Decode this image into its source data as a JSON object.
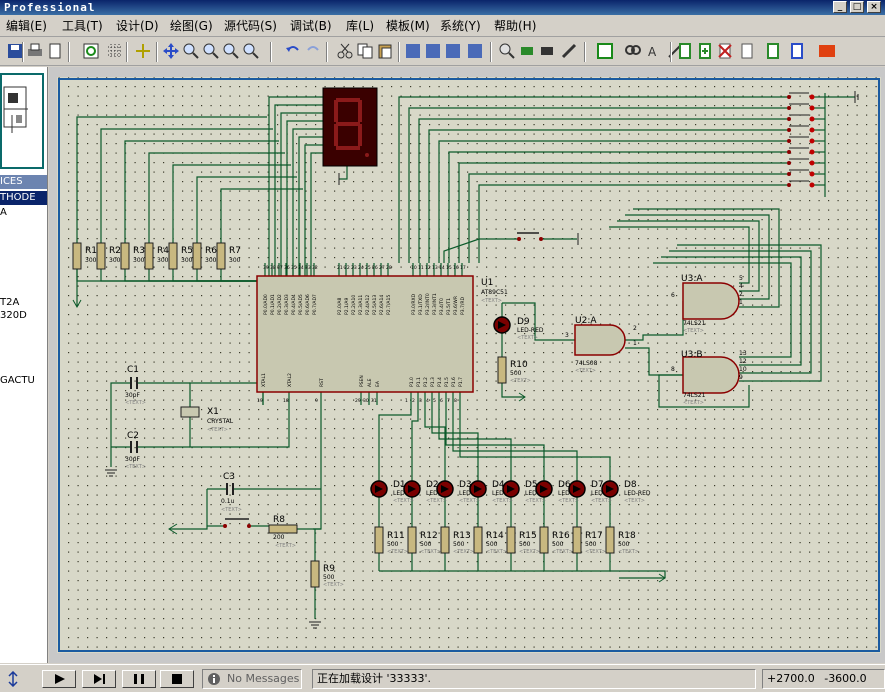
{
  "window": {
    "title": "Professional"
  },
  "menu": [
    {
      "label": "编辑(E)"
    },
    {
      "label": "工具(T)"
    },
    {
      "label": "设计(D)"
    },
    {
      "label": "绘图(G)"
    },
    {
      "label": "源代码(S)"
    },
    {
      "label": "调试(B)"
    },
    {
      "label": "库(L)"
    },
    {
      "label": "模板(M)"
    },
    {
      "label": "系统(Y)"
    },
    {
      "label": "帮助(H)"
    }
  ],
  "sidebar": {
    "header": "ICES",
    "selected": "THODE",
    "items": [
      "A",
      "T2A",
      "320D",
      "GACTU"
    ]
  },
  "schematic": {
    "resistors_top": [
      {
        "ref": "R1",
        "val": "300"
      },
      {
        "ref": "R2",
        "val": "300"
      },
      {
        "ref": "R3",
        "val": "300"
      },
      {
        "ref": "R4",
        "val": "300"
      },
      {
        "ref": "R5",
        "val": "300"
      },
      {
        "ref": "R6",
        "val": "300"
      },
      {
        "ref": "R7",
        "val": "300"
      }
    ],
    "mcu": {
      "ref": "U1",
      "part": "AT89C51",
      "text": "<TEXT>",
      "pins_p0": [
        "P0.0/AD0",
        "P0.1/AD1",
        "P0.2/AD2",
        "P0.3/AD3",
        "P0.4/AD4",
        "P0.5/AD5",
        "P0.6/AD6",
        "P0.7/AD7"
      ],
      "pins_p2": [
        "P2.0/A8",
        "P2.1/A9",
        "P2.2/A10",
        "P2.3/A11",
        "P2.4/A12",
        "P2.5/A13",
        "P2.6/A14",
        "P2.7/A15"
      ],
      "pins_p3": [
        "P3.0/RXD",
        "P3.1/TXD",
        "P3.2/INT0",
        "P3.3/INT1",
        "P3.4/T0",
        "P3.5/T1",
        "P3.6/WR",
        "P3.7/RD"
      ],
      "pins_p1": [
        "P1.0",
        "P1.1",
        "P1.2",
        "P1.3",
        "P1.4",
        "P1.5",
        "P1.6",
        "P1.7"
      ],
      "pins_misc": [
        "XTAL1",
        "XTAL2",
        "RST",
        "PSEN",
        "ALE",
        "EA"
      ],
      "pin_nums_top": [
        "39",
        "38",
        "37",
        "36",
        "35",
        "34",
        "33",
        "32",
        "21",
        "22",
        "23",
        "24",
        "25",
        "26",
        "27",
        "28",
        "10",
        "11",
        "12",
        "13",
        "14",
        "15",
        "16",
        "17"
      ],
      "pin_nums_bottom": [
        "19",
        "18",
        "9",
        "29",
        "30",
        "31",
        "1",
        "2",
        "3",
        "4",
        "5",
        "6",
        "7",
        "8"
      ]
    },
    "caps": [
      {
        "ref": "C1",
        "val": "30pF",
        "text": "<TEXT>"
      },
      {
        "ref": "C2",
        "val": "30pF",
        "text": "<TEXT>"
      },
      {
        "ref": "C3",
        "val": "0.1u",
        "text": "<TEXT>"
      }
    ],
    "crystal": {
      "ref": "X1",
      "val": "CRYSTAL",
      "text": "<TEXT>"
    },
    "r8": {
      "ref": "R8",
      "val": "200",
      "text": "<TEXT>"
    },
    "r9": {
      "ref": "R9",
      "val": "500",
      "text": "<TEXT>"
    },
    "r10": {
      "ref": "R10",
      "val": "500",
      "text": "<TEXT>"
    },
    "d9": {
      "ref": "D9",
      "val": "LED-RED",
      "text": "<TEXT>"
    },
    "leds": [
      {
        "ref": "D1",
        "val": "LED-RED"
      },
      {
        "ref": "D2",
        "val": "LED-RED"
      },
      {
        "ref": "D3",
        "val": "LED-RED"
      },
      {
        "ref": "D4",
        "val": "LED-RED"
      },
      {
        "ref": "D5",
        "val": "LED-RED"
      },
      {
        "ref": "D6",
        "val": "LED-RED"
      },
      {
        "ref": "D7",
        "val": "LED-RED"
      },
      {
        "ref": "D8",
        "val": "LED-RED"
      }
    ],
    "resistors_bottom": [
      {
        "ref": "R11",
        "val": "500"
      },
      {
        "ref": "R12",
        "val": "500"
      },
      {
        "ref": "R13",
        "val": "500"
      },
      {
        "ref": "R14",
        "val": "500"
      },
      {
        "ref": "R15",
        "val": "500"
      },
      {
        "ref": "R16",
        "val": "500"
      },
      {
        "ref": "R17",
        "val": "500"
      },
      {
        "ref": "R18",
        "val": "500"
      }
    ],
    "gates": [
      {
        "ref": "U2:A",
        "part": "74LS08",
        "text": "<TEXT>",
        "pins": [
          "3",
          "2",
          "1"
        ]
      },
      {
        "ref": "U3:A",
        "part": "74LS21",
        "text": "<TEXT>",
        "pins": [
          "6",
          "5",
          "4",
          "2",
          "1"
        ]
      },
      {
        "ref": "U3:B",
        "part": "74LS21",
        "text": "<TEXT>",
        "pins": [
          "8",
          "13",
          "12",
          "10",
          "9"
        ]
      }
    ]
  },
  "status": {
    "messages": "No Messages",
    "loading": "正在加载设计 '33333'.",
    "coord_x": "+2700.0",
    "coord_y": "-3600.0"
  }
}
